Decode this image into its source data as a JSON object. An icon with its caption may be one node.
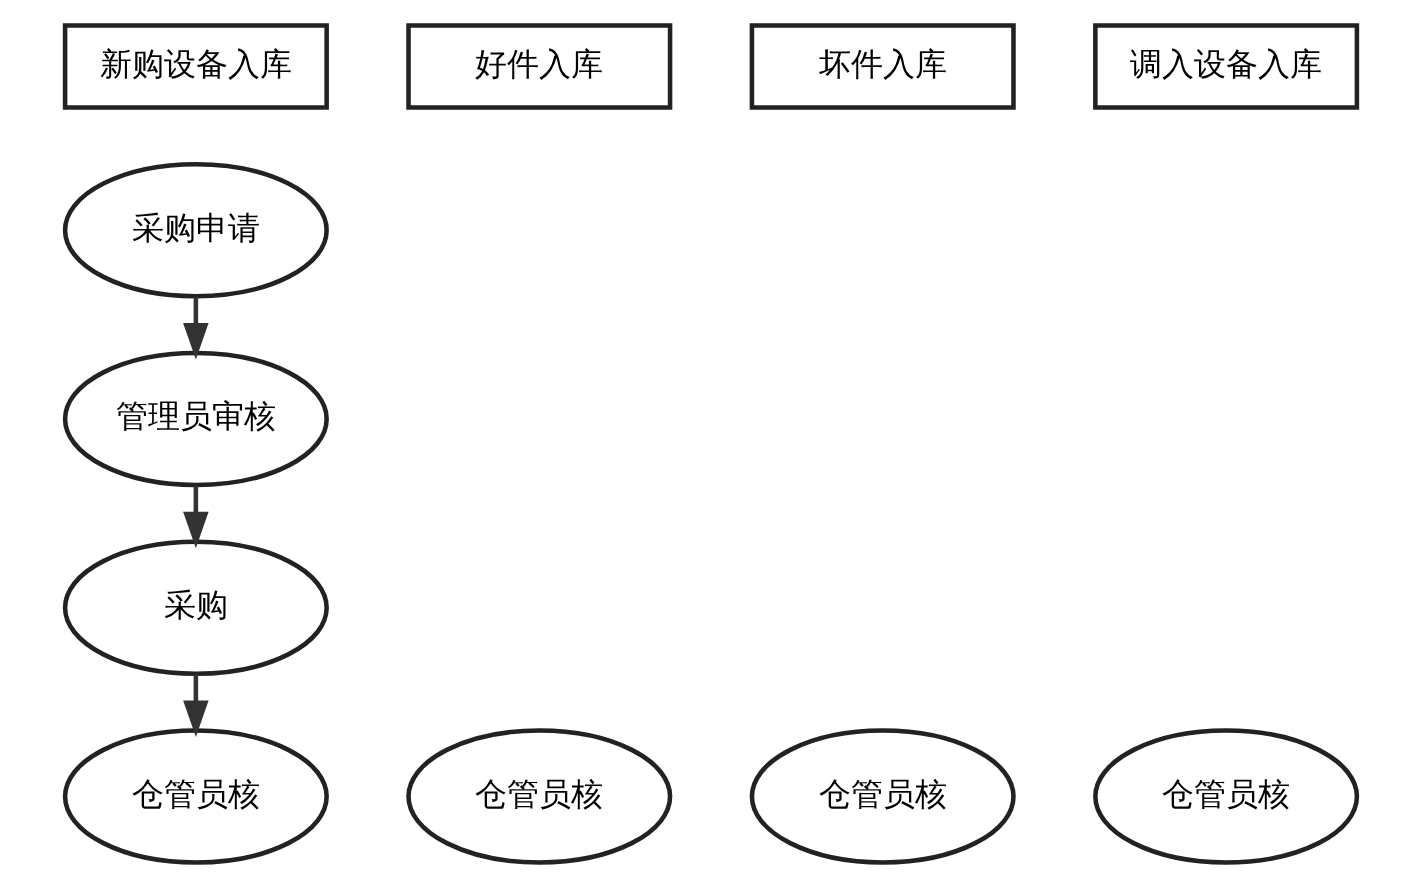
{
  "diagram": {
    "nodes": [
      {
        "text": [
          "新购设备入库"
        ]
      },
      {
        "text": [
          "好件入库"
        ]
      },
      {
        "text": [
          "坏件入库"
        ]
      },
      {
        "text": [
          "调入设备入库"
        ]
      },
      {
        "text": [
          "采购申请"
        ]
      },
      {
        "text": [
          "管理员审核"
        ]
      },
      {
        "text": [
          "采购"
        ]
      },
      {
        "text": [
          "仓管员核"
        ]
      },
      {
        "text": [
          "仓管员核"
        ]
      },
      {
        "text": [
          "仓管员核"
        ]
      },
      {
        "text": [
          "仓管员核"
        ]
      }
    ],
    "edges": [
      {
        "from": 4,
        "to": 5,
        "arrow": "to"
      },
      {
        "from": 5,
        "to": 6,
        "arrow": "to"
      },
      {
        "from": 6,
        "to": 7,
        "arrow": "to"
      }
    ]
  }
}
